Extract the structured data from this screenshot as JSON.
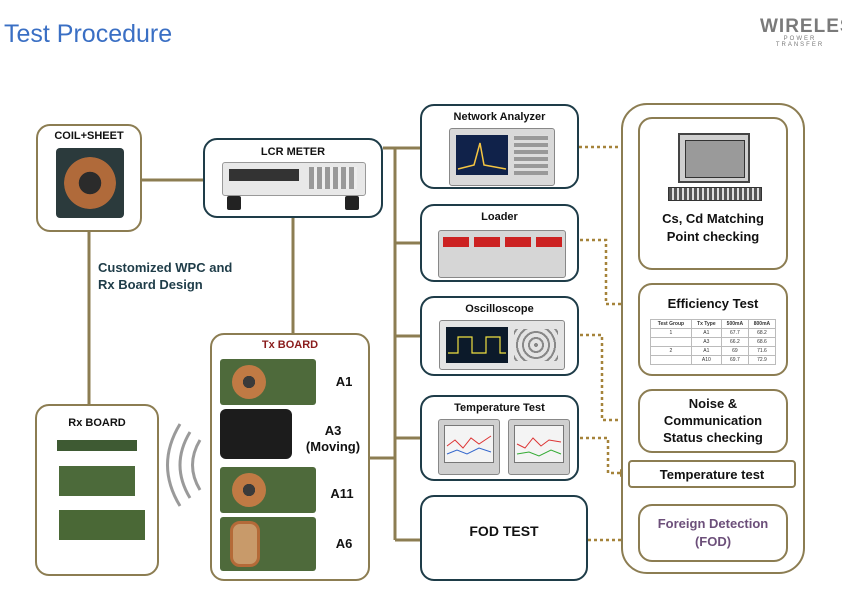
{
  "title": "Test Procedure",
  "logo": {
    "main": "WIRELESS",
    "sub": "POWER TRANSFER"
  },
  "nodes": {
    "coil": "COIL+SHEET",
    "lcr": "LCR METER",
    "rx_design": "Customized  WPC and\nRx Board Design",
    "rx_board": "Rx BOARD",
    "tx_board": "Tx BOARD",
    "tx_items": [
      "A1",
      "A3\n(Moving)",
      "A11",
      "A6"
    ],
    "network": "Network Analyzer",
    "loader": "Loader",
    "osc": "Oscilloscope",
    "temp": "Temperature Test",
    "fod": "FOD TEST"
  },
  "results": {
    "cs_cd": "Cs, Cd Matching\nPoint checking",
    "efficiency": "Efficiency Test",
    "noise": "Noise &\nCommunication\nStatus checking",
    "temperature": "Temperature test",
    "foreign": "Foreign Detection\n(FOD)"
  },
  "eff_table": {
    "headers": [
      "Test Group",
      "Tx Type",
      "500mA",
      "800mA"
    ],
    "rows": [
      [
        "1",
        "A1",
        "67.7",
        "68.2"
      ],
      [
        "",
        "A3",
        "66.2",
        "68.6"
      ],
      [
        "2",
        "A1",
        "69",
        "71.6"
      ],
      [
        "",
        "A10",
        "69.7",
        "72.9"
      ]
    ]
  },
  "colors": {
    "olive": "#8c7d52",
    "navy": "#1e3c48",
    "dotted": "#a5833a",
    "title": "#3a6fc4"
  }
}
